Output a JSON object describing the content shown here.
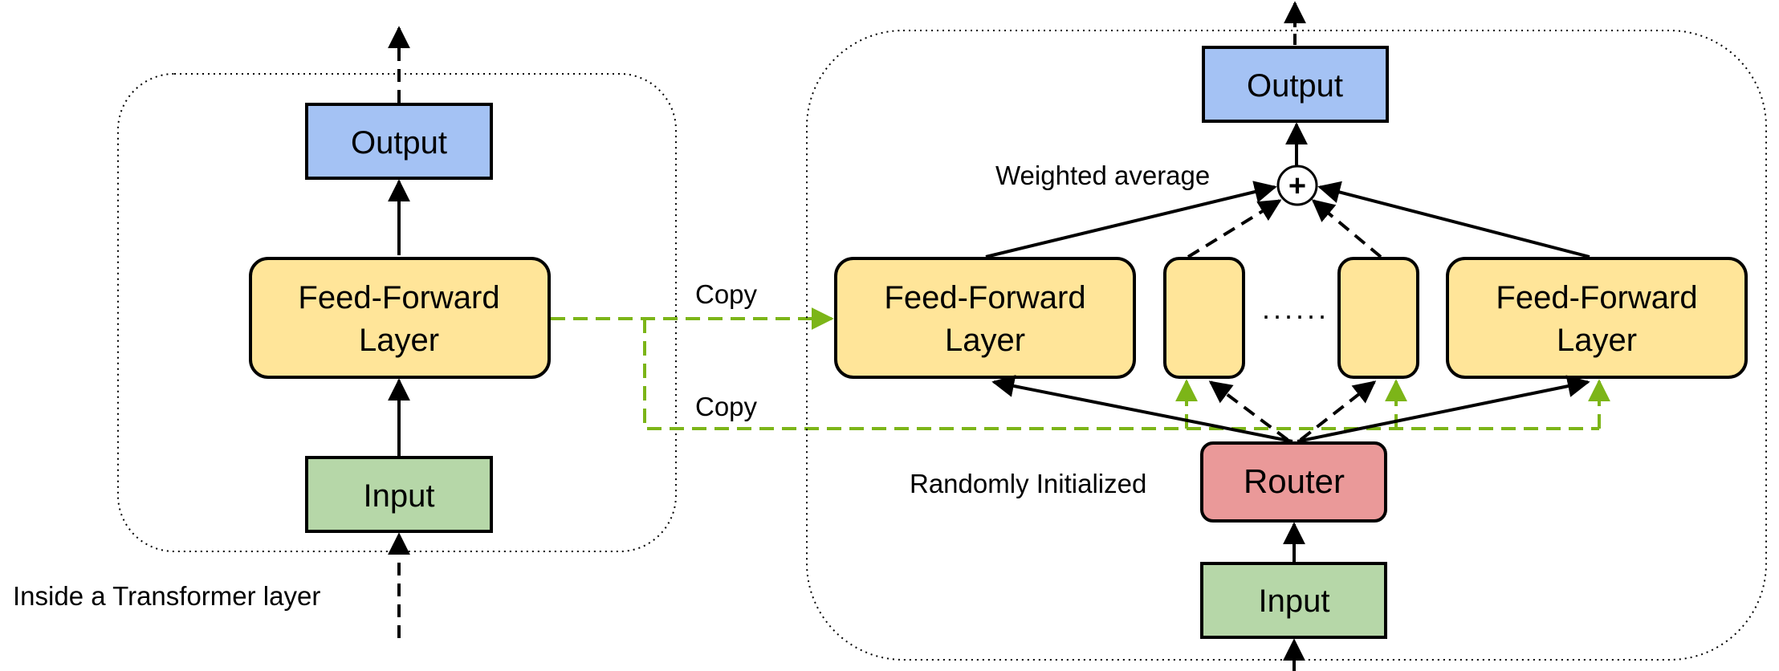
{
  "left_block": {
    "output_label": "Output",
    "ffn_label_line1": "Feed-Forward",
    "ffn_label_line2": "Layer",
    "input_label": "Input",
    "caption": "Inside a Transformer layer"
  },
  "copy_labels": [
    "Copy",
    "Copy"
  ],
  "right_block": {
    "output_label": "Output",
    "plus_symbol": "+",
    "weighted_average_label": "Weighted average",
    "experts": [
      {
        "line1": "Feed-Forward",
        "line2": "Layer"
      },
      {
        "line1": "",
        "line2": ""
      },
      {
        "line1": "",
        "line2": ""
      },
      {
        "line1": "Feed-Forward",
        "line2": "Layer"
      }
    ],
    "ellipsis": "......",
    "router_label": "Router",
    "router_note": "Randomly Initialized",
    "input_label": "Input"
  },
  "colors": {
    "output_fill": "#a4c2f4",
    "ffn_fill": "#ffe599",
    "input_fill": "#b6d7a8",
    "router_fill": "#ea9999",
    "copy_arrow": "#7cb518",
    "stroke": "#000000"
  }
}
